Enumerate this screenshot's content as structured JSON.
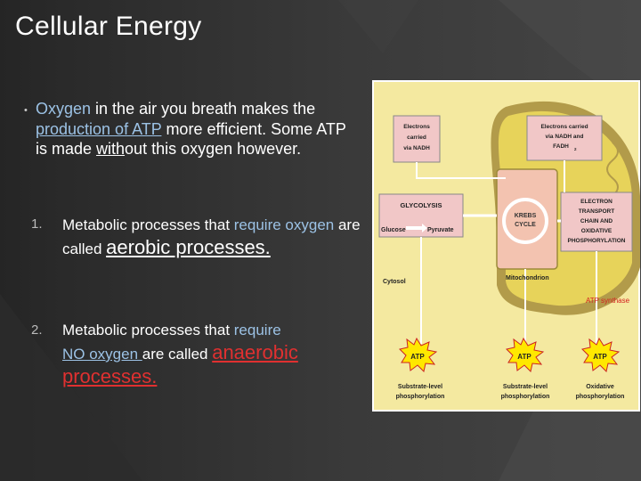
{
  "slide": {
    "title": "Cellular Energy",
    "bullet": {
      "marker": "•",
      "t1": "Oxygen",
      "t2": " in the air you breath makes the ",
      "t3": "production of ATP",
      "t4": " more efficient. Some ATP is made ",
      "t5": "with",
      "t6": "out",
      "t7": " this oxygen however."
    },
    "items": [
      {
        "number": "1.",
        "a": "Metabolic processes that ",
        "b": "require oxygen",
        "c": " are called ",
        "d": "aerobic processes."
      },
      {
        "number": "2.",
        "a": "Metabolic processes that ",
        "b": "require",
        "c": "NO oxygen ",
        "d": "are called ",
        "e": "anaerobic processes."
      }
    ],
    "colors": {
      "highlight": "#9cc2e5",
      "term_red": "#e03030",
      "background": "#333333"
    }
  },
  "diagram": {
    "electrons_nadh": [
      "Electrons",
      "carried",
      "via NADH"
    ],
    "electrons_fadh": [
      "Electrons carried",
      "via NADH and",
      "FADH"
    ],
    "fadh_sub": "2",
    "glycolysis": "GLYCOLYSIS",
    "glucose": "Glucose",
    "pyruvate": "Pyruvate",
    "krebs": [
      "KREBS",
      "CYCLE"
    ],
    "etc": [
      "ELECTRON",
      "TRANSPORT",
      "CHAIN AND",
      "OXIDATIVE",
      "PHOSPHORYLATION"
    ],
    "cytosol": "Cytosol",
    "mitochondrion": "Mitochondrion",
    "atp_synthase": "ATP synthase",
    "atp": "ATP",
    "labels": [
      [
        "Substrate-level",
        "phosphorylation"
      ],
      [
        "Substrate-level",
        "phosphorylation"
      ],
      [
        "Oxidative",
        "phosphorylation"
      ]
    ]
  }
}
